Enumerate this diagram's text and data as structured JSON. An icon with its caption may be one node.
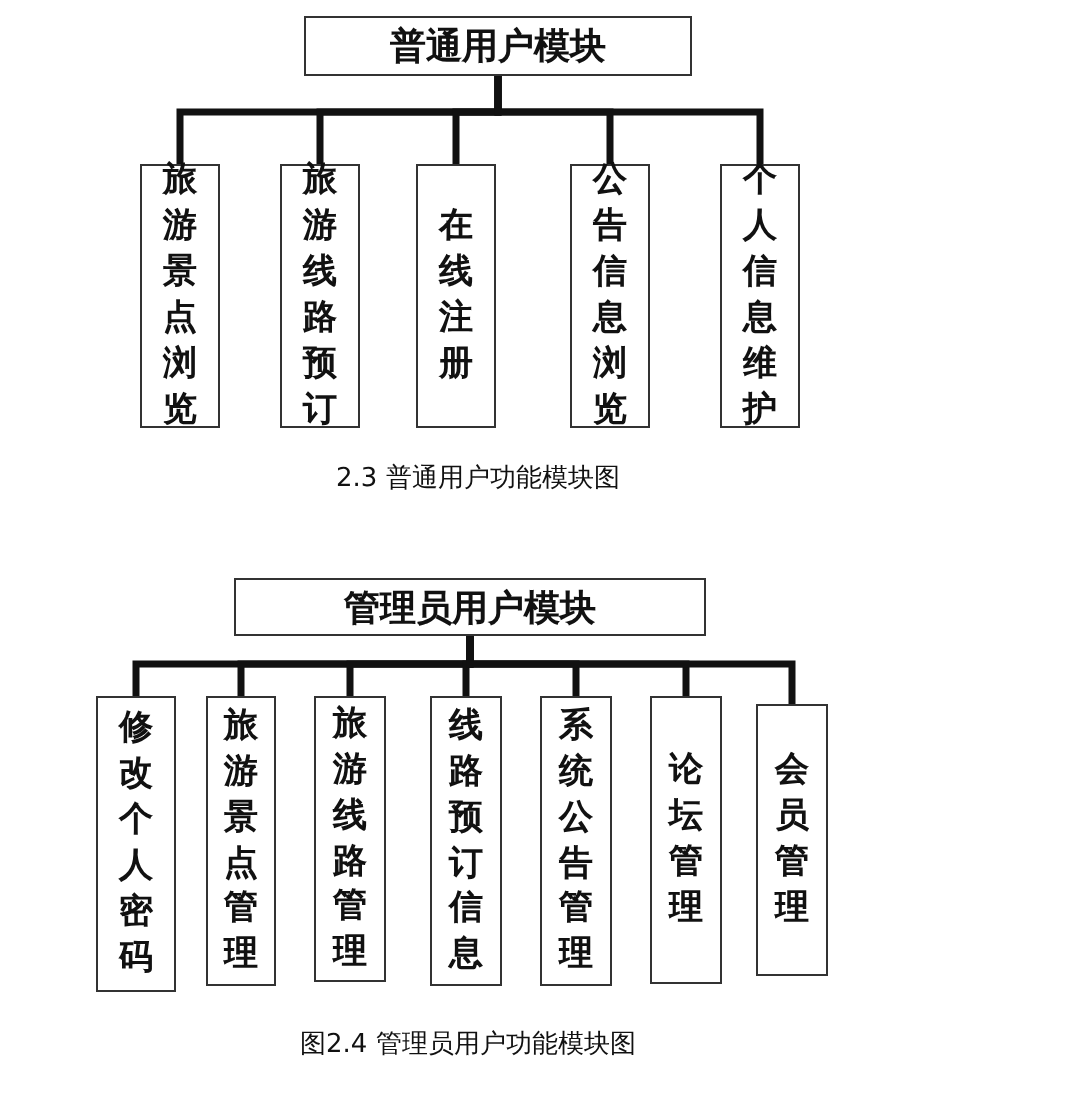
{
  "diagram": {
    "nodes": [
      {
        "text": [
          "普通用户模块"
        ]
      },
      {
        "text": [
          "旅游景点浏览"
        ]
      },
      {
        "text": [
          "旅游线路预订"
        ]
      },
      {
        "text": [
          "在线注册"
        ]
      },
      {
        "text": [
          "公告信息浏览"
        ]
      },
      {
        "text": [
          "个人信息维护"
        ]
      },
      {
        "text": [
          "管理员用户模块"
        ]
      },
      {
        "text": [
          "修改个人密码"
        ]
      },
      {
        "text": [
          "旅游景点管理"
        ]
      },
      {
        "text": [
          "旅游线路管理"
        ]
      },
      {
        "text": [
          "线路预订信息"
        ]
      },
      {
        "text": [
          "系统公告管理"
        ]
      },
      {
        "text": [
          "论坛管理"
        ]
      },
      {
        "text": [
          "会员管理"
        ]
      }
    ],
    "edges": [
      {
        "from": 0,
        "to": 1,
        "arrow": "none"
      },
      {
        "from": 0,
        "to": 2,
        "arrow": "none"
      },
      {
        "from": 0,
        "to": 3,
        "arrow": "none"
      },
      {
        "from": 0,
        "to": 4,
        "arrow": "none"
      },
      {
        "from": 0,
        "to": 5,
        "arrow": "none"
      },
      {
        "from": 6,
        "to": 7,
        "arrow": "none"
      },
      {
        "from": 6,
        "to": 8,
        "arrow": "none"
      },
      {
        "from": 6,
        "to": 9,
        "arrow": "none"
      },
      {
        "from": 6,
        "to": 10,
        "arrow": "none"
      },
      {
        "from": 6,
        "to": 11,
        "arrow": "none"
      },
      {
        "from": 6,
        "to": 12,
        "arrow": "none"
      },
      {
        "from": 6,
        "to": 13,
        "arrow": "none"
      }
    ],
    "labels": [
      "2.3 普通用户功能模块图",
      "图2.4 管理员用户功能模块图"
    ]
  }
}
